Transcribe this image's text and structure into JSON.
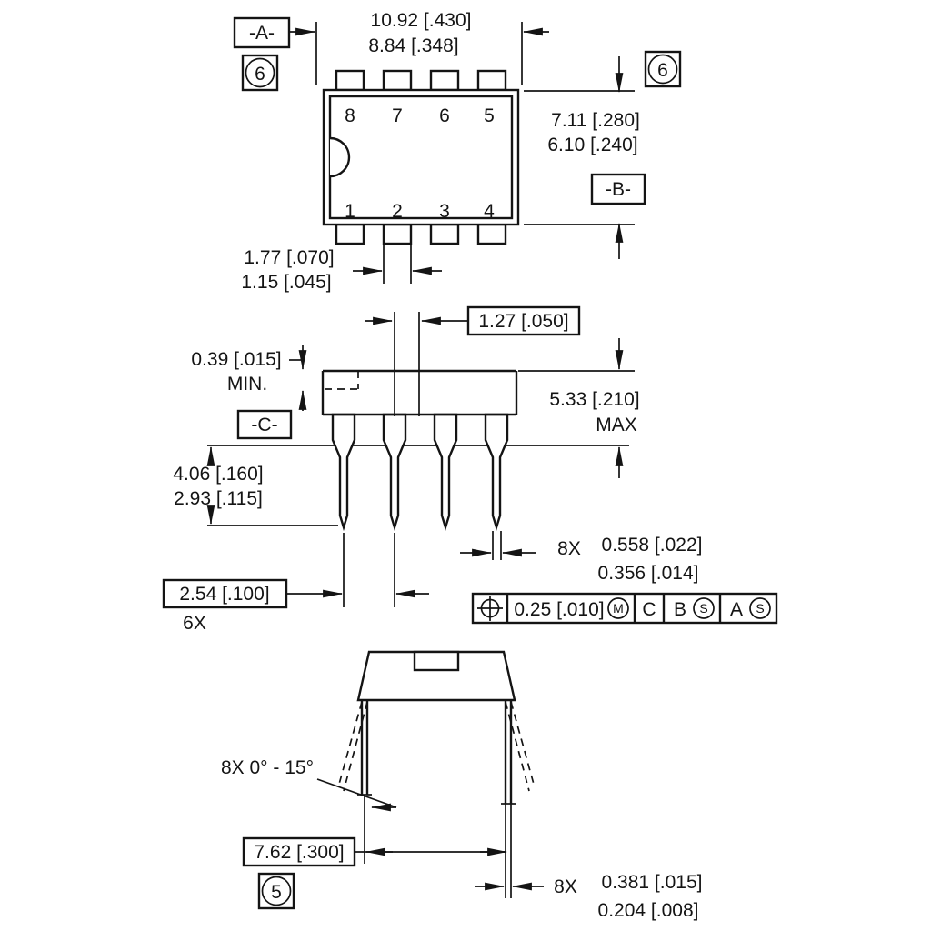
{
  "top_view": {
    "datum_a": "-A-",
    "flag_left": "6",
    "flag_right": "6",
    "width_dim_mm": "10.92 [.430]",
    "width_dim_in": "8.84 [.348]",
    "height_dim_mm": "7.11 [.280]",
    "height_dim_in": "6.10 [.240]",
    "datum_b": "-B-",
    "lead_width_dim_mm": "1.77 [.070]",
    "lead_width_dim_in": "1.15 [.045]",
    "pins_top": [
      "8",
      "7",
      "6",
      "5"
    ],
    "pins_bottom": [
      "1",
      "2",
      "3",
      "4"
    ]
  },
  "side_view": {
    "half_pitch_dim": "1.27 [.050]",
    "standoff_dim": "0.39 [.015]",
    "standoff_qualifier": "MIN.",
    "datum_c": "-C-",
    "body_height_dim": "5.33 [.210]",
    "body_height_qualifier": "MAX",
    "lead_length_dim_mm": "4.06 [.160]",
    "lead_length_dim_in": "2.93 [.115]",
    "pitch_dim": "2.54 [.100]",
    "pitch_qualifier": "6X",
    "lead_width_count": "8X",
    "lead_width_dim_mm": "0.558 [.022]",
    "lead_width_dim_in": "0.356 [.014]",
    "fcf": {
      "tolerance": "0.25 [.010]",
      "material_modifier": "M",
      "datum_primary": "C",
      "datum_secondary": "B",
      "datum_secondary_modifier": "S",
      "datum_tertiary": "A",
      "datum_tertiary_modifier": "S"
    }
  },
  "end_view": {
    "lead_angle": "8X 0° - 15°",
    "row_spacing_dim": "7.62 [.300]",
    "flag": "5",
    "lead_thickness_count": "8X",
    "lead_thickness_dim_mm": "0.381 [.015]",
    "lead_thickness_dim_in": "0.204 [.008]"
  }
}
